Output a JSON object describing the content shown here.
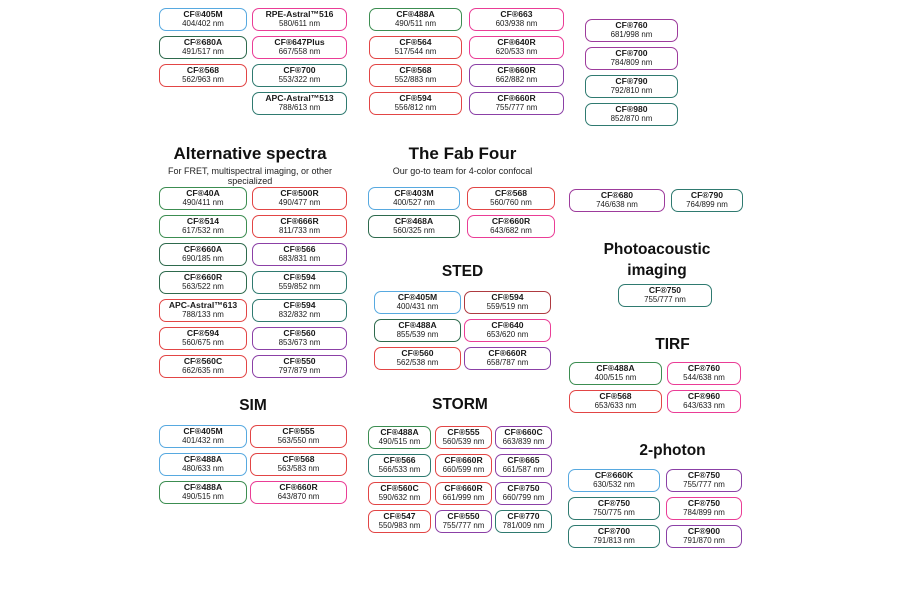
{
  "palette": {
    "blue": "#57a9e0",
    "green": "#3c8d51",
    "forest": "#2e6a4d",
    "teal": "#2f7a70",
    "red": "#e24545",
    "crimson": "#ae3a40",
    "pink": "#ea3d96",
    "purple": "#8b40a6",
    "violet": "#9d3b9c"
  },
  "headings": {
    "alt": {
      "title": "Alternative spectra",
      "subtitle": "For FRET, multispectral imaging, or other specialized"
    },
    "fab": {
      "title": "The Fab Four",
      "subtitle": "Our go-to team for 4-color confocal"
    },
    "sted": {
      "title": "STED"
    },
    "sim": {
      "title": "SIM"
    },
    "storm": {
      "title": "STORM"
    },
    "pa": {
      "title": "Photoacoustic imaging"
    },
    "tirf": {
      "title": "TIRF"
    },
    "twop": {
      "title": "2-photon"
    }
  },
  "columns": {
    "top_c1": [
      {
        "name": "CF®405M",
        "nm": "404/402 nm",
        "color": "blue"
      },
      {
        "name": "CF®680A",
        "nm": "491/517 nm",
        "color": "forest"
      },
      {
        "name": "CF®568",
        "nm": "562/963 nm",
        "color": "red"
      }
    ],
    "top_c2": [
      {
        "name": "RPE-Astral™516",
        "nm": "580/611 nm",
        "color": "pink"
      },
      {
        "name": "CF®647Plus",
        "nm": "667/558 nm",
        "color": "pink"
      },
      {
        "name": "CF®700",
        "nm": "553/322 nm",
        "color": "teal"
      },
      {
        "name": "APC-Astral™513",
        "nm": "788/613 nm",
        "color": "teal"
      }
    ],
    "top_c3": [
      {
        "name": "CF®488A",
        "nm": "490/511 nm",
        "color": "green"
      },
      {
        "name": "CF®564",
        "nm": "517/544 nm",
        "color": "red"
      },
      {
        "name": "CF®568",
        "nm": "552/883 nm",
        "color": "red"
      },
      {
        "name": "CF®594",
        "nm": "556/812 nm",
        "color": "red"
      }
    ],
    "top_c4": [
      {
        "name": "CF®663",
        "nm": "603/938 nm",
        "color": "pink"
      },
      {
        "name": "CF®640R",
        "nm": "620/533 nm",
        "color": "pink"
      },
      {
        "name": "CF®660R",
        "nm": "662/882 nm",
        "color": "purple"
      },
      {
        "name": "CF®660R",
        "nm": "755/777 nm",
        "color": "purple"
      }
    ],
    "top_c5": [
      {
        "name": "CF®760",
        "nm": "681/998 nm",
        "color": "violet"
      },
      {
        "name": "CF®700",
        "nm": "784/809 nm",
        "color": "violet"
      },
      {
        "name": "CF®790",
        "nm": "792/810 nm",
        "color": "teal"
      },
      {
        "name": "CF®980",
        "nm": "852/870 nm",
        "color": "teal"
      }
    ],
    "alt_c1": [
      {
        "name": "CF®40A",
        "nm": "490/411 nm",
        "color": "green"
      },
      {
        "name": "CF®514",
        "nm": "617/532 nm",
        "color": "green"
      },
      {
        "name": "CF®660A",
        "nm": "690/185 nm",
        "color": "forest"
      },
      {
        "name": "CF®660R",
        "nm": "563/522 nm",
        "color": "forest"
      },
      {
        "name": "APC-Astral™613",
        "nm": "788/133 nm",
        "color": "red"
      },
      {
        "name": "CF®594",
        "nm": "560/675 nm",
        "color": "red"
      },
      {
        "name": "CF®560C",
        "nm": "662/635 nm",
        "color": "red"
      }
    ],
    "alt_c2": [
      {
        "name": "CF®500R",
        "nm": "490/477 nm",
        "color": "red"
      },
      {
        "name": "CF®666R",
        "nm": "811/733 nm",
        "color": "red"
      },
      {
        "name": "CF®566",
        "nm": "683/831 nm",
        "color": "purple"
      },
      {
        "name": "CF®594",
        "nm": "559/852 nm",
        "color": "teal"
      },
      {
        "name": "CF®594",
        "nm": "832/832 nm",
        "color": "teal"
      },
      {
        "name": "CF®560",
        "nm": "853/673 nm",
        "color": "purple"
      },
      {
        "name": "CF®550",
        "nm": "797/879 nm",
        "color": "purple"
      }
    ],
    "fab_c1": [
      {
        "name": "CF®403M",
        "nm": "400/527 nm",
        "color": "blue"
      },
      {
        "name": "CF®468A",
        "nm": "560/325 nm",
        "color": "forest"
      }
    ],
    "fab_c2": [
      {
        "name": "CF®568",
        "nm": "560/760 nm",
        "color": "red"
      },
      {
        "name": "CF®660R",
        "nm": "643/682 nm",
        "color": "pink"
      }
    ],
    "sted_c1": [
      {
        "name": "CF®405M",
        "nm": "400/431 nm",
        "color": "blue"
      },
      {
        "name": "CF®488A",
        "nm": "855/539 nm",
        "color": "forest"
      },
      {
        "name": "CF®560",
        "nm": "562/538 nm",
        "color": "red"
      }
    ],
    "sted_c2": [
      {
        "name": "CF®594",
        "nm": "559/519 nm",
        "color": "crimson"
      },
      {
        "name": "CF®640",
        "nm": "653/620 nm",
        "color": "pink"
      },
      {
        "name": "CF®660R",
        "nm": "658/787 nm",
        "color": "purple"
      }
    ],
    "sim_c1": [
      {
        "name": "CF®405M",
        "nm": "401/432 nm",
        "color": "blue"
      },
      {
        "name": "CF®488A",
        "nm": "480/633 nm",
        "color": "blue"
      },
      {
        "name": "CF®488A",
        "nm": "490/515 nm",
        "color": "green"
      }
    ],
    "sim_c2": [
      {
        "name": "CF®555",
        "nm": "563/550 nm",
        "color": "red"
      },
      {
        "name": "CF®568",
        "nm": "563/583 nm",
        "color": "red"
      },
      {
        "name": "CF®660R",
        "nm": "643/870 nm",
        "color": "pink"
      }
    ],
    "storm_c1": [
      {
        "name": "CF®488A",
        "nm": "490/515 nm",
        "color": "green"
      },
      {
        "name": "CF®566",
        "nm": "566/533 nm",
        "color": "teal"
      },
      {
        "name": "CF®560C",
        "nm": "590/632 nm",
        "color": "red"
      },
      {
        "name": "CF®547",
        "nm": "550/983 nm",
        "color": "red"
      }
    ],
    "storm_c2": [
      {
        "name": "CF®555",
        "nm": "560/539 nm",
        "color": "red"
      },
      {
        "name": "CF®660R",
        "nm": "660/599 nm",
        "color": "red"
      },
      {
        "name": "CF®660R",
        "nm": "661/999 nm",
        "color": "red"
      },
      {
        "name": "CF®550",
        "nm": "755/777 nm",
        "color": "purple"
      }
    ],
    "storm_c3": [
      {
        "name": "CF®660C",
        "nm": "663/839 nm",
        "color": "purple"
      },
      {
        "name": "CF®665",
        "nm": "661/587 nm",
        "color": "purple"
      },
      {
        "name": "CF®750",
        "nm": "660/799 nm",
        "color": "purple"
      },
      {
        "name": "CF®770",
        "nm": "781/009 nm",
        "color": "teal"
      }
    ],
    "right_a": [
      {
        "name": "CF®680",
        "nm": "746/638 nm",
        "color": "violet"
      }
    ],
    "right_b": [
      {
        "name": "CF®790",
        "nm": "764/899 nm",
        "color": "teal"
      }
    ],
    "pa": [
      {
        "name": "CF®750",
        "nm": "755/777 nm",
        "color": "teal"
      }
    ],
    "tirf_c1": [
      {
        "name": "CF®488A",
        "nm": "400/515 nm",
        "color": "green"
      },
      {
        "name": "CF®568",
        "nm": "653/633 nm",
        "color": "red"
      }
    ],
    "tirf_c2": [
      {
        "name": "CF®760",
        "nm": "544/638 nm",
        "color": "pink"
      },
      {
        "name": "CF®960",
        "nm": "643/633 nm",
        "color": "pink"
      }
    ],
    "tp_c1": [
      {
        "name": "CF®660K",
        "nm": "630/532 nm",
        "color": "blue"
      },
      {
        "name": "CF®750",
        "nm": "750/775 nm",
        "color": "teal"
      },
      {
        "name": "CF®700",
        "nm": "791/813 nm",
        "color": "teal"
      }
    ],
    "tp_c2": [
      {
        "name": "CF®750",
        "nm": "755/777 nm",
        "color": "purple"
      },
      {
        "name": "CF®750",
        "nm": "784/899 nm",
        "color": "pink"
      },
      {
        "name": "CF®900",
        "nm": "791/870 nm",
        "color": "purple"
      }
    ]
  }
}
